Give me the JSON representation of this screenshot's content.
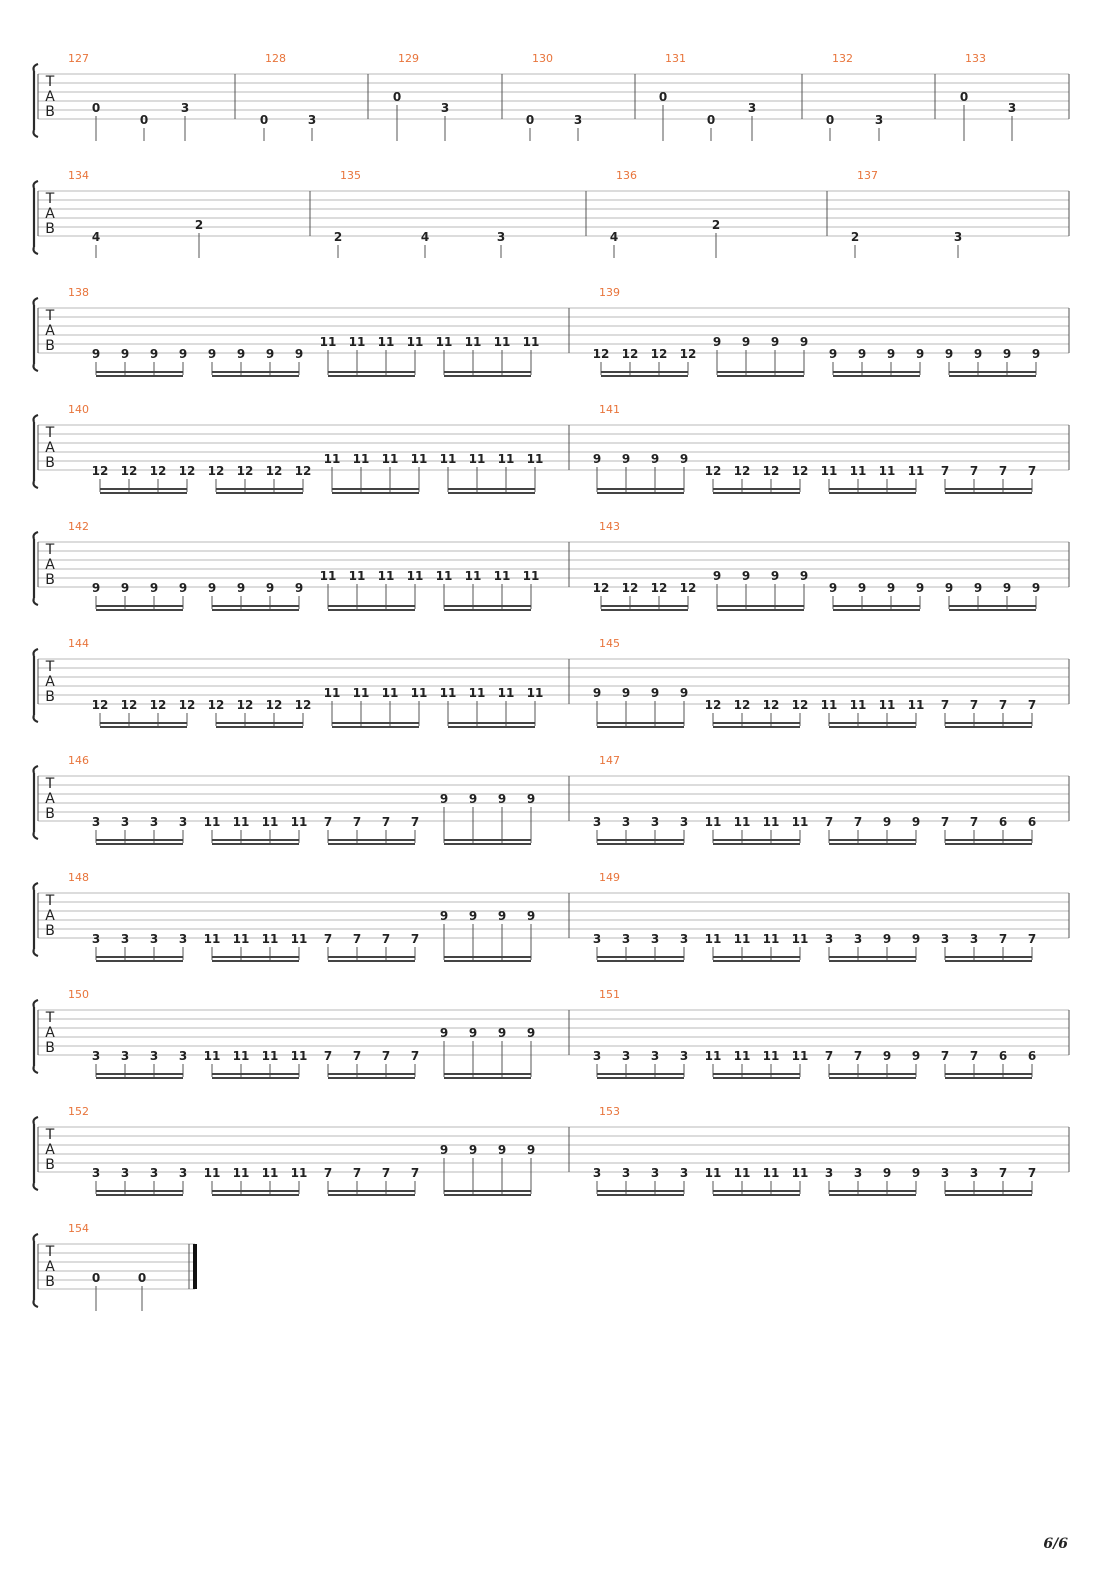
{
  "document": {
    "page_number": "6/6",
    "colors": {
      "measure_number": "#e8743b",
      "staff_line": "#b8b8b8",
      "text": "#222222",
      "bracket": "#2a2a2a"
    },
    "tab_clef": [
      "T",
      "A",
      "B"
    ]
  },
  "systems": [
    {
      "measures": [
        {
          "number": "127",
          "notes": [
            {
              "s": "B",
              "f": "0"
            },
            {
              "s": "A",
              "f": "0"
            },
            {
              "s": "B",
              "f": "3"
            }
          ]
        },
        {
          "number": "128",
          "notes": [
            {
              "s": "A",
              "f": "0"
            },
            {
              "s": "A",
              "f": "3"
            }
          ]
        },
        {
          "number": "129",
          "notes": [
            {
              "s": "T",
              "f": "0"
            },
            {
              "s": "B",
              "f": "3"
            }
          ]
        },
        {
          "number": "130",
          "notes": [
            {
              "s": "A",
              "f": "0"
            },
            {
              "s": "A",
              "f": "3"
            }
          ]
        },
        {
          "number": "131",
          "notes": [
            {
              "s": "T",
              "f": "0"
            },
            {
              "s": "A",
              "f": "0"
            },
            {
              "s": "B",
              "f": "3"
            }
          ]
        },
        {
          "number": "132",
          "notes": [
            {
              "s": "A",
              "f": "0"
            },
            {
              "s": "A",
              "f": "3"
            }
          ]
        },
        {
          "number": "133",
          "notes": [
            {
              "s": "T",
              "f": "0"
            },
            {
              "s": "B",
              "f": "3"
            }
          ]
        }
      ]
    },
    {
      "measures": [
        {
          "number": "134",
          "notes": [
            {
              "s": "A",
              "f": "4"
            },
            {
              "s": "B",
              "f": "2"
            }
          ]
        },
        {
          "number": "135",
          "notes": [
            {
              "s": "A",
              "f": "2"
            },
            {
              "s": "A",
              "f": "4"
            },
            {
              "s": "A",
              "f": "3"
            }
          ]
        },
        {
          "number": "136",
          "notes": [
            {
              "s": "A",
              "f": "4"
            },
            {
              "s": "B",
              "f": "2"
            }
          ]
        },
        {
          "number": "137",
          "notes": [
            {
              "s": "A",
              "f": "2"
            },
            {
              "s": "A",
              "f": "3"
            }
          ]
        }
      ]
    },
    {
      "measures": [
        {
          "number": "138",
          "groups": [
            {
              "s": "A",
              "f": "9"
            },
            {
              "s": "A",
              "f": "9"
            },
            {
              "s": "B",
              "f": "11"
            },
            {
              "s": "B",
              "f": "11"
            }
          ]
        },
        {
          "number": "139",
          "groups": [
            {
              "s": "A",
              "f": "12"
            },
            {
              "s": "B",
              "f": "9"
            },
            {
              "s": "A",
              "f": "9"
            },
            {
              "s": "A",
              "f": "9"
            }
          ]
        }
      ]
    },
    {
      "measures": [
        {
          "number": "140",
          "groups": [
            {
              "s": "A",
              "f": "12"
            },
            {
              "s": "A",
              "f": "12"
            },
            {
              "s": "B",
              "f": "11"
            },
            {
              "s": "B",
              "f": "11"
            }
          ]
        },
        {
          "number": "141",
          "groups": [
            {
              "s": "B",
              "f": "9"
            },
            {
              "s": "A",
              "f": "12"
            },
            {
              "s": "A",
              "f": "11"
            },
            {
              "s": "A",
              "f": "7"
            }
          ]
        }
      ]
    },
    {
      "measures": [
        {
          "number": "142",
          "groups": [
            {
              "s": "A",
              "f": "9"
            },
            {
              "s": "A",
              "f": "9"
            },
            {
              "s": "B",
              "f": "11"
            },
            {
              "s": "B",
              "f": "11"
            }
          ]
        },
        {
          "number": "143",
          "groups": [
            {
              "s": "A",
              "f": "12"
            },
            {
              "s": "B",
              "f": "9"
            },
            {
              "s": "A",
              "f": "9"
            },
            {
              "s": "A",
              "f": "9"
            }
          ]
        }
      ]
    },
    {
      "measures": [
        {
          "number": "144",
          "groups": [
            {
              "s": "A",
              "f": "12"
            },
            {
              "s": "A",
              "f": "12"
            },
            {
              "s": "B",
              "f": "11"
            },
            {
              "s": "B",
              "f": "11"
            }
          ]
        },
        {
          "number": "145",
          "groups": [
            {
              "s": "B",
              "f": "9"
            },
            {
              "s": "A",
              "f": "12"
            },
            {
              "s": "A",
              "f": "11"
            },
            {
              "s": "A",
              "f": "7"
            }
          ]
        }
      ]
    },
    {
      "measures": [
        {
          "number": "146",
          "groups": [
            {
              "s": "A",
              "f": "3"
            },
            {
              "s": "A",
              "f": "11"
            },
            {
              "s": "A",
              "f": "7"
            },
            {
              "s": "T",
              "f": "9"
            }
          ]
        },
        {
          "number": "147",
          "groups": [
            {
              "s": "A",
              "f": "3"
            },
            {
              "s": "A",
              "f": "11"
            },
            {
              "s": "A",
              "f": [
                "7",
                "7",
                "9",
                "9"
              ]
            },
            {
              "s": "A",
              "f": [
                "7",
                "7",
                "6",
                "6"
              ]
            }
          ]
        }
      ]
    },
    {
      "measures": [
        {
          "number": "148",
          "groups": [
            {
              "s": "A",
              "f": "3"
            },
            {
              "s": "A",
              "f": "11"
            },
            {
              "s": "A",
              "f": "7"
            },
            {
              "s": "T",
              "f": "9"
            }
          ]
        },
        {
          "number": "149",
          "groups": [
            {
              "s": "A",
              "f": "3"
            },
            {
              "s": "A",
              "f": "11"
            },
            {
              "s": "A",
              "f": [
                "3",
                "3",
                "9",
                "9"
              ]
            },
            {
              "s": "A",
              "f": [
                "3",
                "3",
                "7",
                "7"
              ]
            }
          ]
        }
      ]
    },
    {
      "measures": [
        {
          "number": "150",
          "groups": [
            {
              "s": "A",
              "f": "3"
            },
            {
              "s": "A",
              "f": "11"
            },
            {
              "s": "A",
              "f": "7"
            },
            {
              "s": "T",
              "f": "9"
            }
          ]
        },
        {
          "number": "151",
          "groups": [
            {
              "s": "A",
              "f": "3"
            },
            {
              "s": "A",
              "f": "11"
            },
            {
              "s": "A",
              "f": [
                "7",
                "7",
                "9",
                "9"
              ]
            },
            {
              "s": "A",
              "f": [
                "7",
                "7",
                "6",
                "6"
              ]
            }
          ]
        }
      ]
    },
    {
      "measures": [
        {
          "number": "152",
          "groups": [
            {
              "s": "A",
              "f": "3"
            },
            {
              "s": "A",
              "f": "11"
            },
            {
              "s": "A",
              "f": "7"
            },
            {
              "s": "T",
              "f": "9"
            }
          ]
        },
        {
          "number": "153",
          "groups": [
            {
              "s": "A",
              "f": "3"
            },
            {
              "s": "A",
              "f": "11"
            },
            {
              "s": "A",
              "f": [
                "3",
                "3",
                "9",
                "9"
              ]
            },
            {
              "s": "A",
              "f": [
                "3",
                "3",
                "7",
                "7"
              ]
            }
          ]
        }
      ]
    },
    {
      "final": true,
      "measures": [
        {
          "number": "154",
          "notes": [
            {
              "s": "B",
              "f": "0"
            },
            {
              "s": "B",
              "f": "0"
            }
          ]
        }
      ]
    }
  ]
}
